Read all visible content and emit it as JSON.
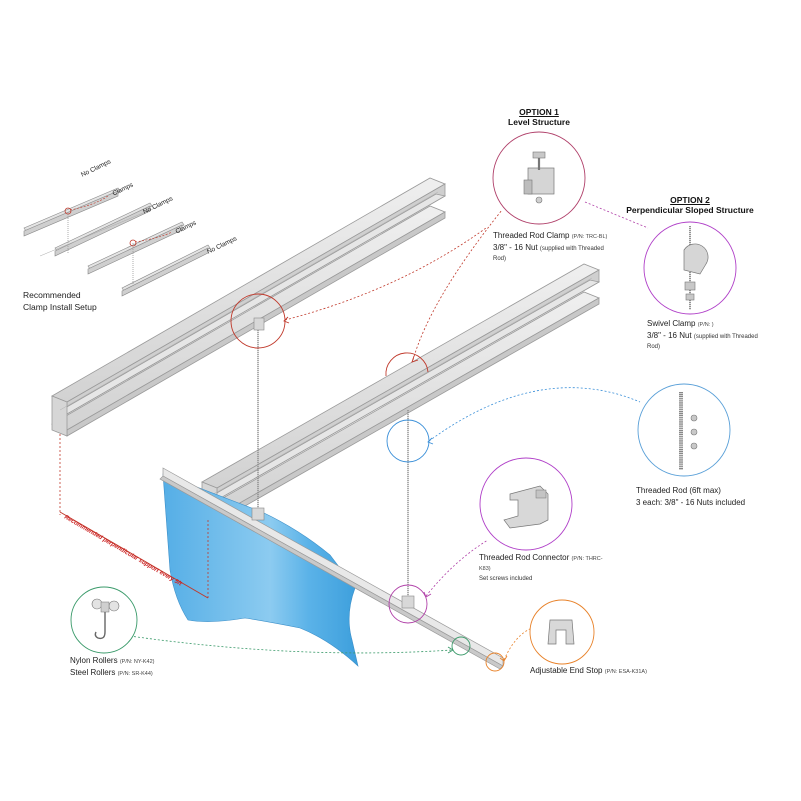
{
  "option1": {
    "heading": "OPTION 1",
    "subheading": "Level Structure"
  },
  "option2": {
    "heading": "OPTION 2",
    "subheading": "Perpendicular Sloped Structure"
  },
  "clamp_setup": {
    "labels": [
      "No Clamps",
      "Clamps",
      "No Clamps",
      "Clamps",
      "No Clamps"
    ],
    "caption_line1": "Recommended",
    "caption_line2": "Clamp Install Setup"
  },
  "threaded_rod_clamp": {
    "name": "Threaded Rod Clamp",
    "pn": "(P/N: TRC-BL)",
    "nut": "3/8\" - 16 Nut",
    "nut_note": "(supplied with Threaded",
    "nut_note2": "Rod)"
  },
  "swivel_clamp": {
    "name": "Swivel Clamp",
    "pn": "(P/N: )",
    "nut": "3/8\" - 16 Nut",
    "nut_note": "(supplied with Threaded",
    "nut_note2": "Rod)"
  },
  "threaded_rod": {
    "name": "Threaded Rod (6ft max)",
    "nuts": "3 each: 3/8\" - 16 Nuts included"
  },
  "connector": {
    "name": "Threaded Rod Connector",
    "pn": "(P/N: THRC-",
    "pn2": "K83)",
    "note": "Set screws included"
  },
  "rollers": {
    "nylon": "Nylon Rollers",
    "nylon_pn": "(P/N: NY-K42)",
    "steel": "Steel Rollers",
    "steel_pn": "(P/N: SR-K44)"
  },
  "end_stop": {
    "name": "Adjustable End Stop",
    "pn": "(P/N: ESA-K31A)"
  },
  "support_note": "Recommended perpendicular support every 5ft",
  "colors": {
    "red": "#c0392b",
    "magenta": "#b040a8",
    "blue": "#3a8fd8",
    "green": "#3a9a6a",
    "orange": "#e8822a",
    "curtain": "#4aa8e0",
    "beam": "#dcdcdc"
  }
}
